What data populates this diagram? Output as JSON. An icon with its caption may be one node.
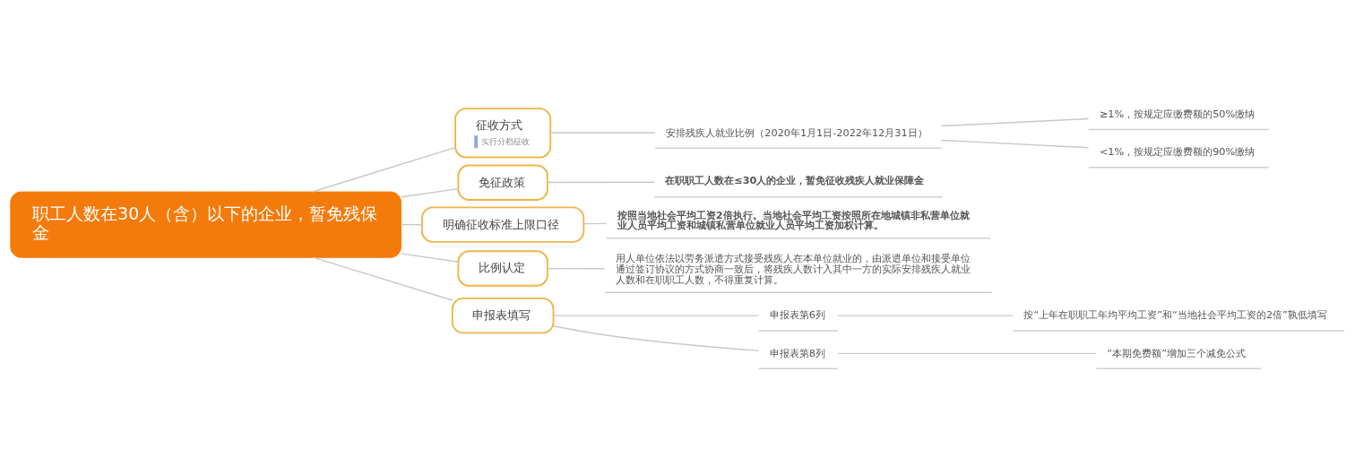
{
  "diagram": {
    "nodes": [
      {
        "text": [
          "职工人数在30人（含）以下的企业，暂免残保金"
        ]
      },
      {
        "text": [
          "征收方式",
          "实行分档征收"
        ]
      },
      {
        "text": [
          "安排残疾人就业比例（2020年1月1日-2022年12月31日）"
        ]
      },
      {
        "text": [
          "≥1%，按规定应缴费额的50%缴纳"
        ]
      },
      {
        "text": [
          "<1%，按规定应缴费额的90%缴纳"
        ]
      },
      {
        "text": [
          "免征政策"
        ]
      },
      {
        "text": [
          "在职职工人数在≤30人的企业，暂免征收残疾人就业保障金"
        ]
      },
      {
        "text": [
          "明确征收标准上限口径"
        ]
      },
      {
        "text": [
          "按照当地社会平均工资2倍执行。当地社会平均工资按照所在地城镇非私营单位就业人员平均工资和城镇私营单位就业人员平均工资加权计算。"
        ]
      },
      {
        "text": [
          "比例认定"
        ]
      },
      {
        "text": [
          "用人单位依法以劳务派遣方式接受残疾人在本单位就业的，由派遣单位和接受单位通过签订协议的方式协商一致后，将残疾人数计入其中一方的实际安排残疾人就业人数和在职职工人数，不得重复计算。"
        ]
      },
      {
        "text": [
          "申报表填写"
        ]
      },
      {
        "text": [
          "申报表第6列"
        ]
      },
      {
        "text": [
          "按“上年在职职工年均平均工资”和“当地社会平均工资的2倍”孰低填写"
        ]
      },
      {
        "text": [
          "申报表第8列"
        ]
      },
      {
        "text": [
          "“本期免费额”增加三个减免公式"
        ]
      }
    ],
    "edges": [
      {
        "from": 0,
        "to": 1,
        "arrow": "none"
      },
      {
        "from": 1,
        "to": 2,
        "arrow": "none"
      },
      {
        "from": 2,
        "to": 3,
        "arrow": "none"
      },
      {
        "from": 2,
        "to": 4,
        "arrow": "none"
      },
      {
        "from": 0,
        "to": 5,
        "arrow": "none"
      },
      {
        "from": 5,
        "to": 6,
        "arrow": "none"
      },
      {
        "from": 0,
        "to": 7,
        "arrow": "none"
      },
      {
        "from": 7,
        "to": 8,
        "arrow": "none"
      },
      {
        "from": 0,
        "to": 9,
        "arrow": "none"
      },
      {
        "from": 9,
        "to": 10,
        "arrow": "none"
      },
      {
        "from": 0,
        "to": 11,
        "arrow": "none"
      },
      {
        "from": 11,
        "to": 12,
        "arrow": "none"
      },
      {
        "from": 12,
        "to": 13,
        "arrow": "none"
      },
      {
        "from": 11,
        "to": 14,
        "arrow": "none"
      },
      {
        "from": 14,
        "to": 15,
        "arrow": "none"
      }
    ]
  }
}
